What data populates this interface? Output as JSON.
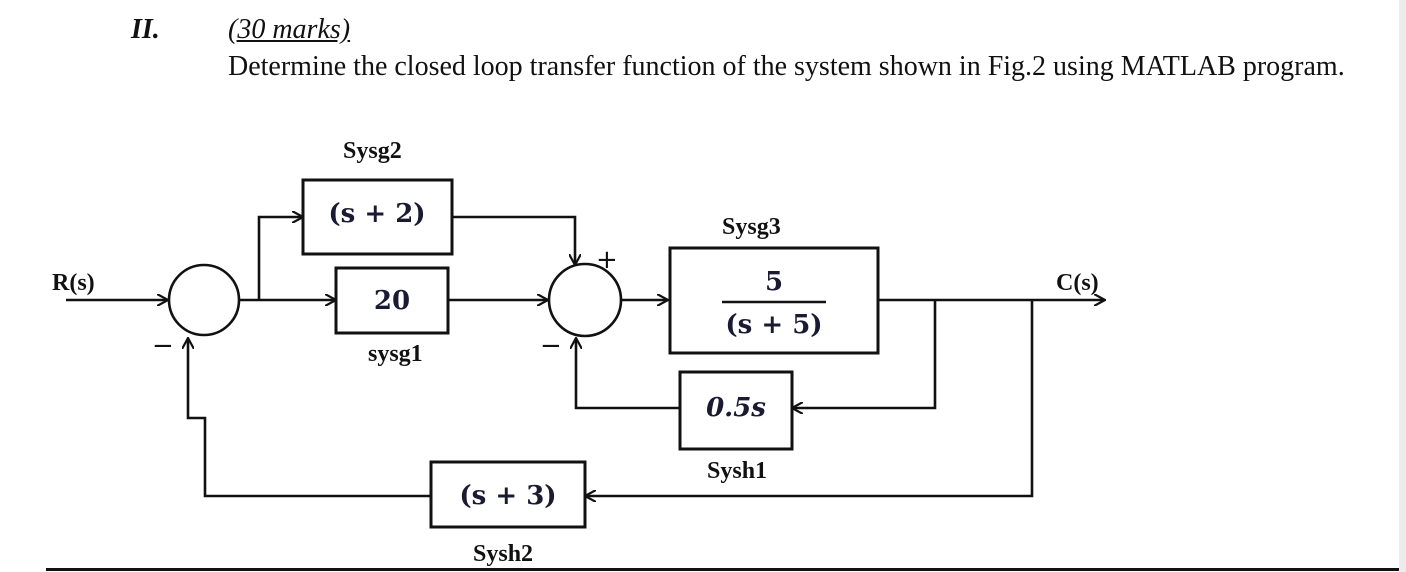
{
  "question": {
    "number": "II.",
    "marks": "(30 marks)",
    "text": "Determine the closed loop transfer function of the system shown in Fig.2 using MATLAB program."
  },
  "diagram": {
    "input_label": "R(s)",
    "output_label": "C(s)",
    "blocks": {
      "sysg2": {
        "name": "Sysg2",
        "expr": "(s + 2)"
      },
      "sysg1": {
        "name": "sysg1",
        "value": "20"
      },
      "sysg3": {
        "name": "Sysg3",
        "numerator": "5",
        "denominator": "(s + 5)"
      },
      "sysh1": {
        "name": "Sysh1",
        "expr": "0.5s"
      },
      "sysh2": {
        "name": "Sysh2",
        "expr": "(s + 3)"
      }
    },
    "signs": {
      "sum1_feedback": "−",
      "sum2_top": "+",
      "sum2_feedback": "−"
    }
  }
}
